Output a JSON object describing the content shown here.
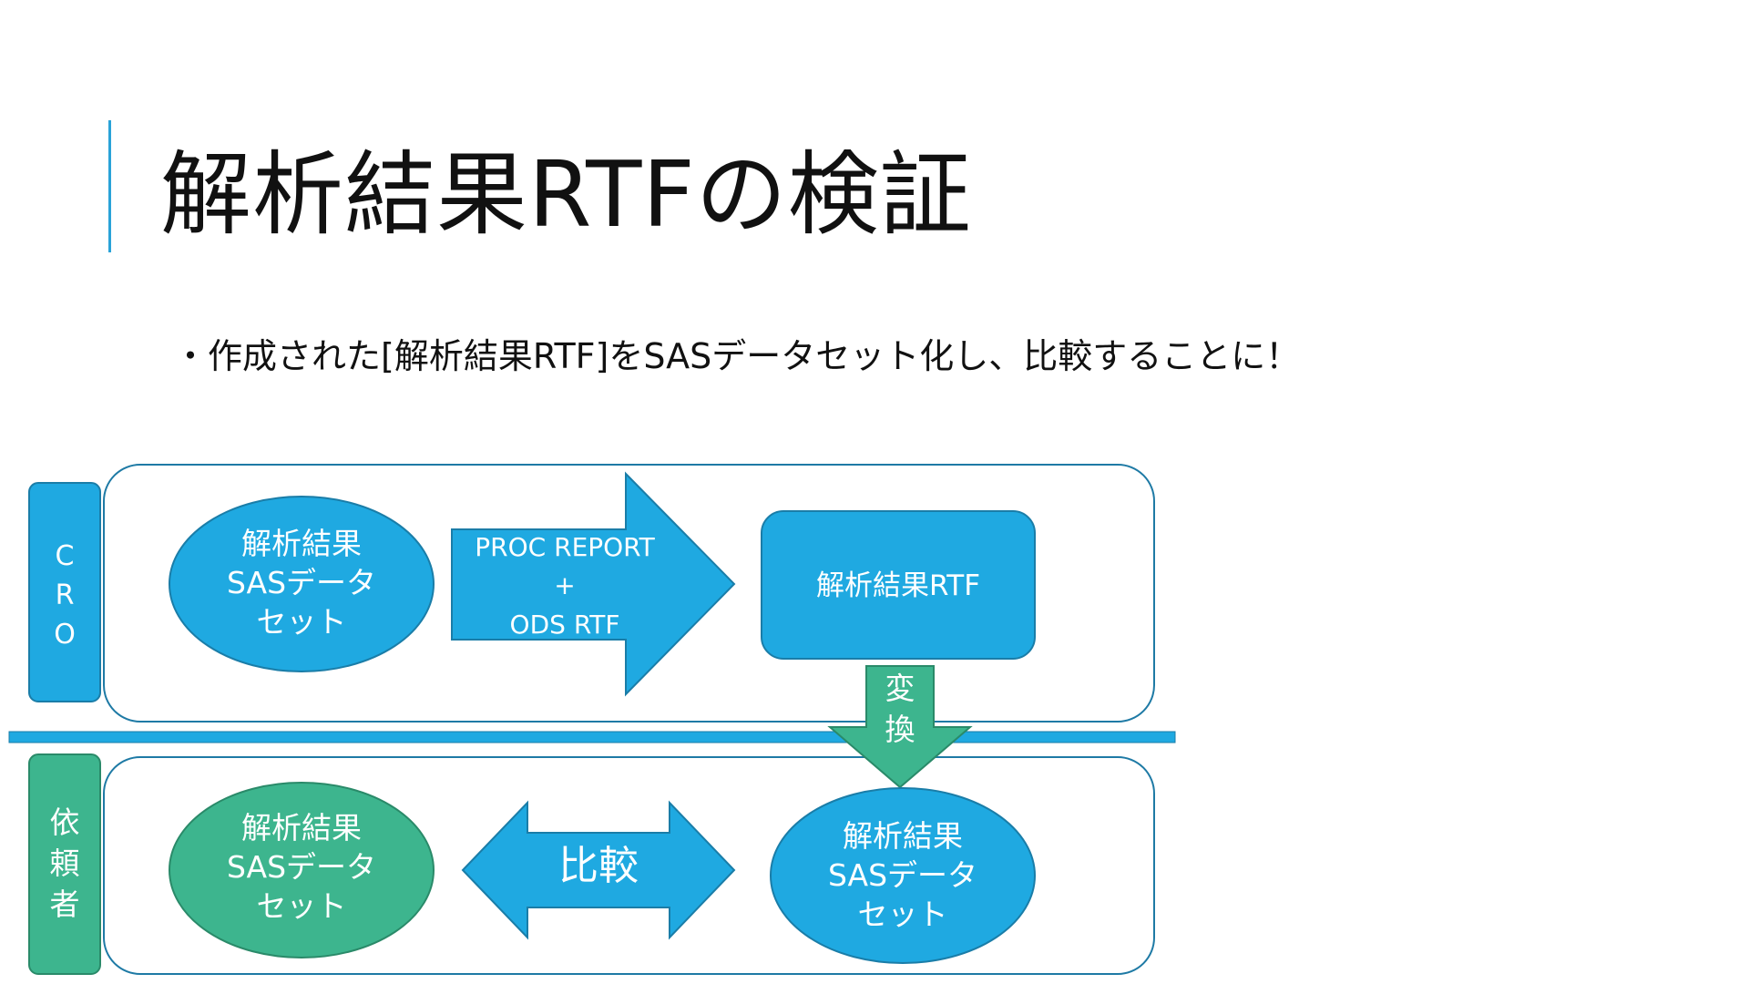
{
  "slide": {
    "title": "解析結果RTFの検証",
    "bullet": "・作成された[解析結果RTF]をSASデータセット化し、比較することに！"
  },
  "diagram": {
    "colors": {
      "blue": "#1fa9e1",
      "blue_border": "#1a7da8",
      "green": "#3db58e",
      "green_border": "#2a8a69",
      "panel_border": "#1e7aa5",
      "separator": "#1fa9e1"
    },
    "cro_label": [
      "C",
      "R",
      "O"
    ],
    "client_label": [
      "依",
      "頼",
      "者"
    ],
    "cro_dataset": [
      "解析結果",
      "SASデータ",
      "セット"
    ],
    "proc_arrow": [
      "PROC REPORT",
      "+",
      "ODS RTF"
    ],
    "rtf_box": "解析結果RTF",
    "convert_arrow": [
      "変",
      "換"
    ],
    "client_dataset": [
      "解析結果",
      "SASデータ",
      "セット"
    ],
    "compare_arrow": "比較",
    "converted_dataset": [
      "解析結果",
      "SASデータ",
      "セット"
    ]
  }
}
